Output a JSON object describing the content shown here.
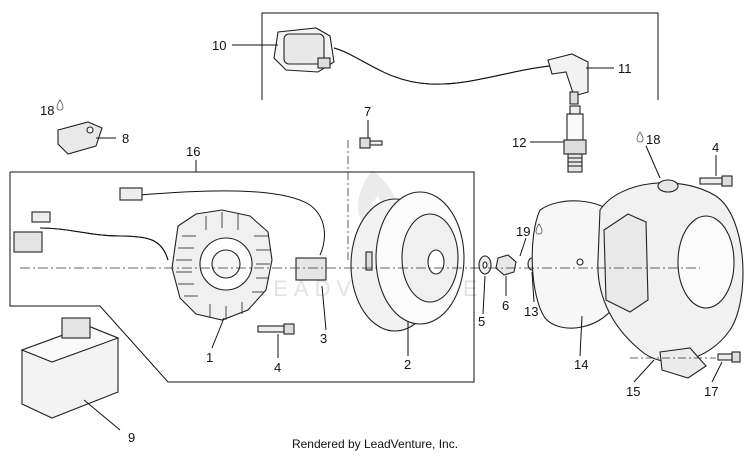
{
  "callouts": {
    "c1": "1",
    "c2": "2",
    "c3": "3",
    "c4a": "4",
    "c4b": "4",
    "c5": "5",
    "c6": "6",
    "c7": "7",
    "c8": "8",
    "c9": "9",
    "c10": "10",
    "c11": "11",
    "c12": "12",
    "c13": "13",
    "c14": "14",
    "c15": "15",
    "c16": "16",
    "c17": "17",
    "c18a": "18",
    "c18b": "18",
    "c19": "19"
  },
  "watermark": "LEADVENTURE",
  "footer": "Rendered by LeadVenture, Inc."
}
